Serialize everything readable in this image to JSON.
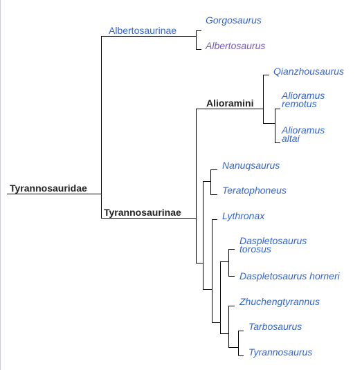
{
  "root": {
    "label": "Tyrannosauridae"
  },
  "subfamilies": {
    "albertosaurinae": {
      "label": "Albertosaurinae",
      "taxa": [
        "Gorgosaurus",
        "Albertosaurus"
      ]
    },
    "tyrannosaurinae": {
      "label": "Tyrannosaurinae",
      "alioramini": {
        "label": "Alioramini",
        "taxa": [
          "Qianzhousaurus",
          "Alioramus remotus",
          "Alioramus altai"
        ]
      },
      "taxa": [
        "Nanuqsaurus",
        "Teratophoneus",
        "Lythronax",
        "Daspletosaurus torosus",
        "Daspletosaurus horneri",
        "Zhuchengtyrannus",
        "Tarbosaurus",
        "Tyrannosaurus"
      ]
    }
  },
  "colors": {
    "link": "#3366cc",
    "visited_link": "#795cb2",
    "text": "#202122",
    "line": "#000000"
  }
}
